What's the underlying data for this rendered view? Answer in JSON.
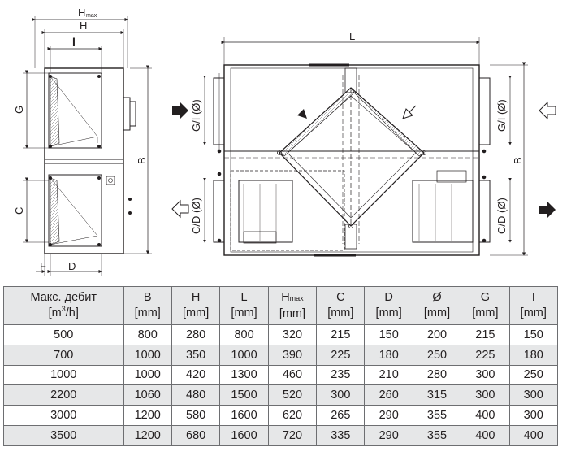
{
  "labels": {
    "hmax": "H",
    "hmax_sub": "max",
    "h": "H",
    "i": "I",
    "g": "G",
    "c": "C",
    "b": "B",
    "f": "F",
    "d": "D",
    "l": "L",
    "gi": "G/I (Ø)",
    "cd": "C/D (Ø)"
  },
  "table": {
    "headers": [
      {
        "line1": "Макс. дебит",
        "line2_pre": "[m",
        "line2_sup": "3",
        "line2_post": "/h]"
      },
      {
        "line1": "B",
        "line2": "[mm]"
      },
      {
        "line1": "H",
        "line2": "[mm]"
      },
      {
        "line1": "L",
        "line2": "[mm]"
      },
      {
        "line1": "H",
        "line1_sub": "max",
        "line2": "[mm]"
      },
      {
        "line1": "C",
        "line2": "[mm]"
      },
      {
        "line1": "D",
        "line2": "[mm]"
      },
      {
        "line1": "Ø",
        "line2": "[mm]"
      },
      {
        "line1": "G",
        "line2": "[mm]"
      },
      {
        "line1": "I",
        "line2": "[mm]"
      }
    ],
    "rows": [
      [
        "500",
        "800",
        "280",
        "800",
        "320",
        "215",
        "150",
        "200",
        "215",
        "150"
      ],
      [
        "700",
        "1000",
        "350",
        "1000",
        "390",
        "225",
        "180",
        "250",
        "225",
        "180"
      ],
      [
        "1000",
        "1000",
        "420",
        "1300",
        "460",
        "235",
        "210",
        "280",
        "300",
        "250"
      ],
      [
        "2200",
        "1060",
        "480",
        "1500",
        "520",
        "300",
        "260",
        "315",
        "300",
        "300"
      ],
      [
        "3000",
        "1200",
        "580",
        "1600",
        "620",
        "265",
        "290",
        "355",
        "400",
        "300"
      ],
      [
        "3500",
        "1200",
        "680",
        "1600",
        "720",
        "335",
        "290",
        "355",
        "400",
        "400"
      ]
    ]
  },
  "colors": {
    "line": "#231f20",
    "dim": "#6d6e71",
    "table_shade": "#e6e7e8"
  },
  "icons": [
    "arrow-in-icon",
    "arrow-out-icon"
  ]
}
